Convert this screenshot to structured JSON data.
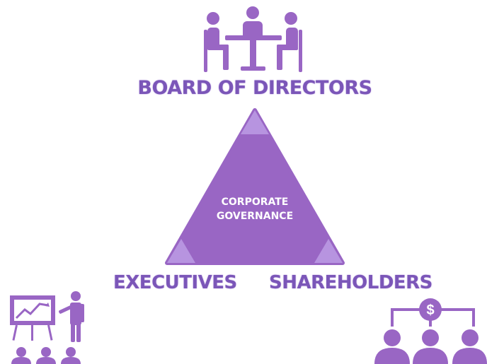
{
  "colors": {
    "primary": "#9966c4",
    "dark": "#7b56b8",
    "light": "#b794e0"
  },
  "board": {
    "label": "BOARD OF DIRECTORS",
    "icon": "board-meeting-icon"
  },
  "center": {
    "line1": "CORPORATE",
    "line2": "GOVERNANCE"
  },
  "executives": {
    "label": "EXECUTIVES",
    "icon": "presentation-icon"
  },
  "shareholders": {
    "label": "SHAREHOLDERS",
    "icon": "shareholders-icon"
  }
}
